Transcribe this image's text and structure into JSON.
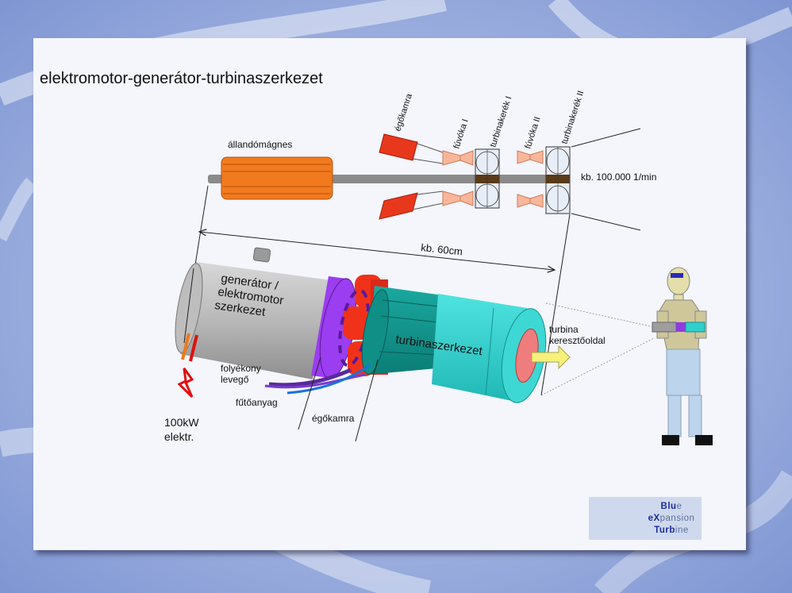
{
  "title": "elektromotor-generátor-turbinaszerkezet",
  "top_labels": {
    "egokamra": "égőkamra",
    "fuvoka1": "fúvóka I",
    "turbinakerek1": "turbinakerék I",
    "fuvoka2": "fúvóka II",
    "turbinakerek2": "turbinakerék II",
    "magnet": "állandómágnes",
    "rpm": "kb. 100.000 1/min"
  },
  "length_label": "kb. 60cm",
  "generator_label": [
    "generátor /",
    "elektromotor",
    "szerkezet"
  ],
  "turbine_label": "turbinaszerkezet",
  "cross_section_label": [
    "turbina",
    "keresztőoldal"
  ],
  "air_label": [
    "folyékony",
    "levegő"
  ],
  "fuel_label": "fűtőanyag",
  "combustion_label": "égőkamra",
  "power_label": [
    "100kW",
    "elektr."
  ],
  "logo": {
    "line1": {
      "hl": "Blu",
      "lo": "e"
    },
    "line2": {
      "hl": "eX",
      "lo": "pansion"
    },
    "line3": {
      "hl": "Turb",
      "lo": "ine"
    }
  }
}
